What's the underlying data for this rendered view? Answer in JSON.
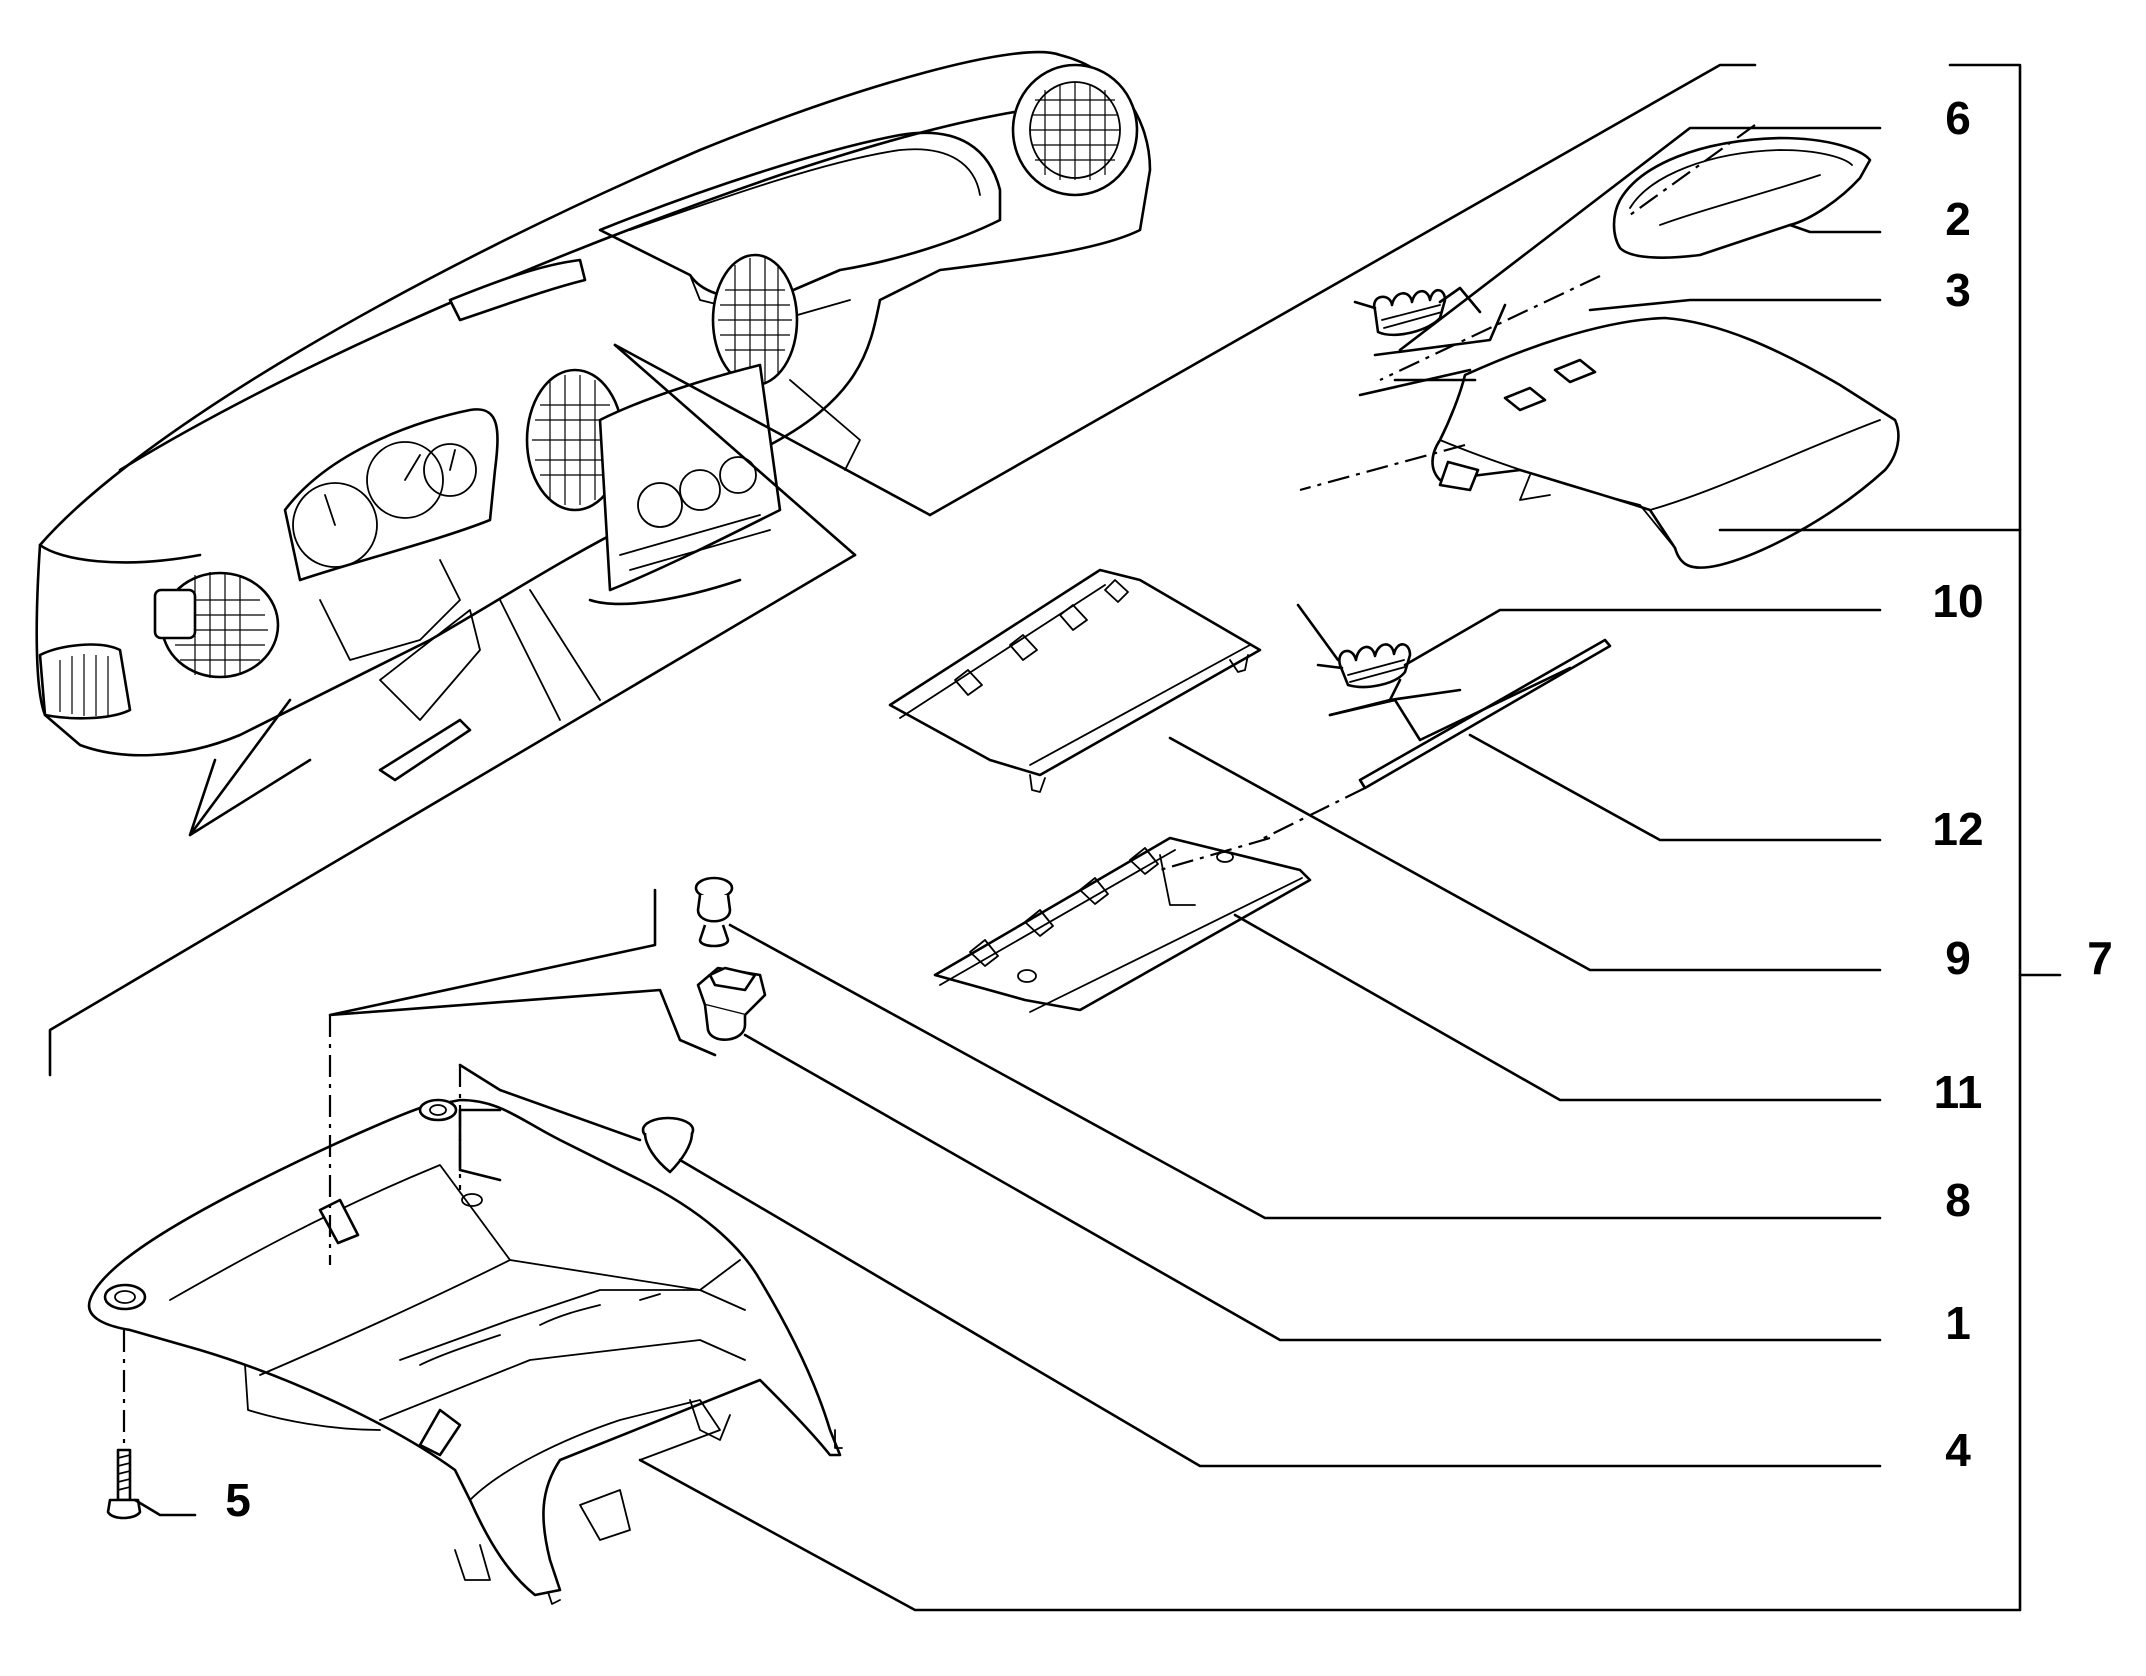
{
  "diagram": {
    "callouts": [
      {
        "id": "6",
        "label": "6"
      },
      {
        "id": "2",
        "label": "2"
      },
      {
        "id": "3",
        "label": "3"
      },
      {
        "id": "10",
        "label": "10"
      },
      {
        "id": "12",
        "label": "12"
      },
      {
        "id": "9",
        "label": "9"
      },
      {
        "id": "7",
        "label": "7"
      },
      {
        "id": "11",
        "label": "11"
      },
      {
        "id": "8",
        "label": "8"
      },
      {
        "id": "1",
        "label": "1"
      },
      {
        "id": "4",
        "label": "4"
      },
      {
        "id": "5",
        "label": "5"
      }
    ]
  }
}
